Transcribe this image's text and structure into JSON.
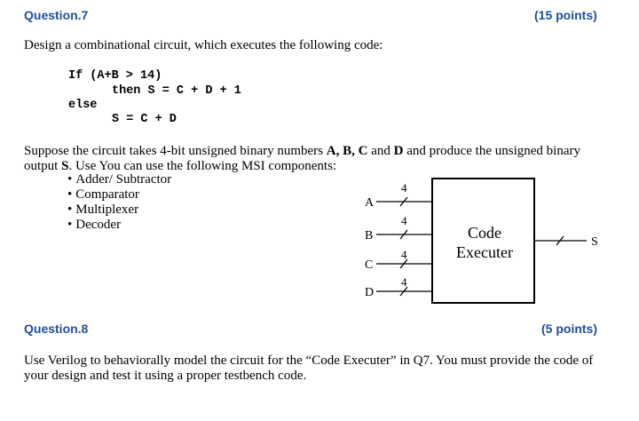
{
  "q7": {
    "title": "Question.7",
    "points": "(15 points)",
    "intro": "Design a combinational circuit, which executes the following code:",
    "code": {
      "line1": "If (A+B > 14)",
      "line2": "then S = C + D + 1",
      "line3": "else",
      "line4": "S = C + D"
    },
    "para1_a": "Suppose the circuit takes 4-bit unsigned binary numbers ",
    "para1_vars": "A, B, C",
    "para1_and": " and ",
    "para1_d": "D",
    "para1_b": " and produce the unsigned binary",
    "para2_a": "output ",
    "para2_s": "S",
    "para2_b": ". Use You can use the following MSI components:",
    "components": [
      "Adder/ Subtractor",
      "Comparator",
      "Multiplexer",
      "Decoder"
    ],
    "diagram": {
      "inputs": [
        {
          "label": "A",
          "width": "4"
        },
        {
          "label": "B",
          "width": "4"
        },
        {
          "label": "C",
          "width": "4"
        },
        {
          "label": "D",
          "width": "4"
        }
      ],
      "box_line1": "Code",
      "box_line2": "Executer",
      "output_label": "S"
    }
  },
  "q8": {
    "title": "Question.8",
    "points": "(5 points)",
    "line1": "Use Verilog to behaviorally model the circuit for the “Code Executer” in Q7. You must provide the code of",
    "line2": "your design and test it using a proper testbench code."
  }
}
